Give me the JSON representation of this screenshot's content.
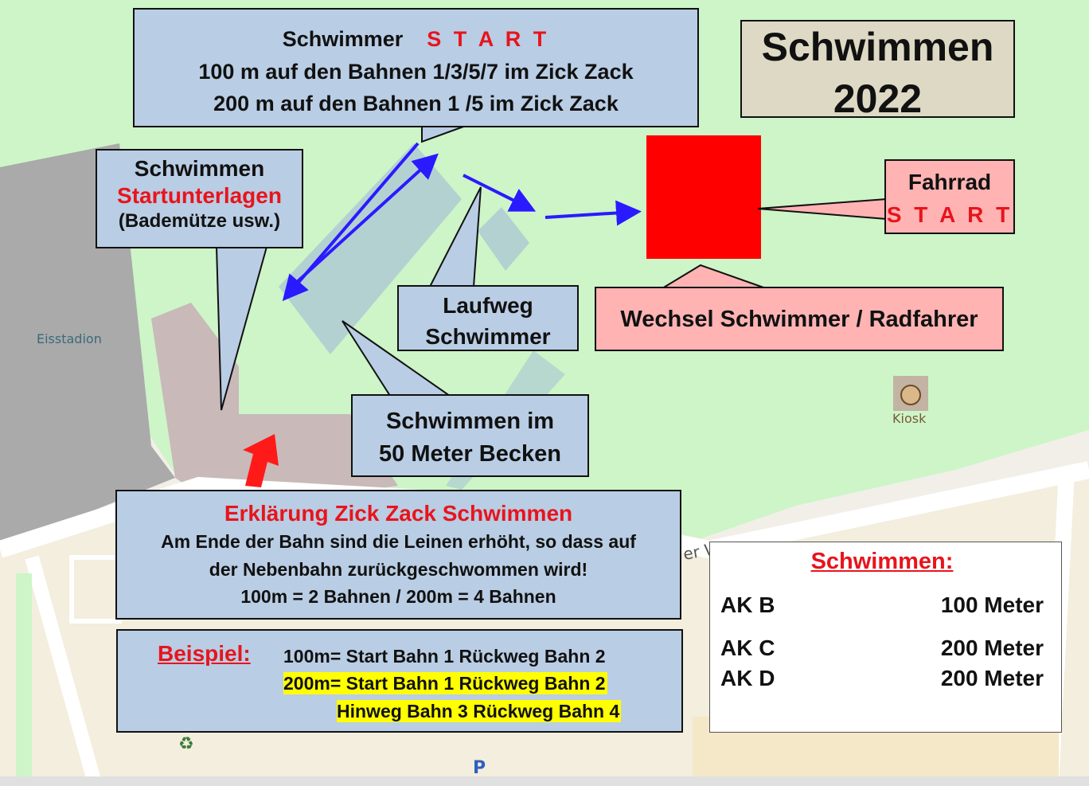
{
  "title": {
    "line1": "Schwimmen",
    "line2": "2022"
  },
  "start_box": {
    "label": "Schwimmer",
    "start": "S T A R T",
    "line2": "100 m  auf den Bahnen 1/3/5/7 im Zick Zack",
    "line3": "200 m  auf den Bahnen 1 /5  im Zick Zack"
  },
  "unterlagen_box": {
    "line1": "Schwimmen",
    "line2": "Startunterlagen",
    "line3": "(Bademütze usw.)"
  },
  "laufweg_box": {
    "line1": "Laufweg",
    "line2": "Schwimmer"
  },
  "becken_box": {
    "line1": "Schwimmen im",
    "line2": "50 Meter Becken"
  },
  "fahrrad_box": {
    "line1": "Fahrrad",
    "line2": "S T A R T"
  },
  "wechsel_box": {
    "text": "Wechsel Schwimmer / Radfahrer"
  },
  "erklaerung_box": {
    "title": "Erklärung Zick Zack Schwimmen",
    "line1": "Am Ende der Bahn sind die Leinen erhöht, so dass auf",
    "line2": "der Nebenbahn zurückgeschwommen wird!",
    "line3": "100m = 2 Bahnen / 200m = 4 Bahnen"
  },
  "beispiel_box": {
    "label": "Beispiel:",
    "line1": "100m= Start Bahn 1  Rückweg Bahn 2",
    "line2": "200m= Start Bahn 1  Rückweg Bahn 2",
    "line3": "Hinweg Bahn 3 Rückweg Bahn 4"
  },
  "ak_table": {
    "title": "Schwimmen:",
    "rows": [
      {
        "group": "AK B",
        "distance": "100 Meter"
      },
      {
        "group": "AK C",
        "distance": "200 Meter"
      },
      {
        "group": "AK D",
        "distance": "200 Meter"
      }
    ]
  },
  "map_labels": {
    "eisstadion": "Eisstadion",
    "kiosk": "Kiosk",
    "street_fragment": "er W",
    "parking": "P",
    "recycling": "♻"
  },
  "colors": {
    "park": "#cdf5c8",
    "road": "#f7f7f7",
    "building": "#c8b8b8",
    "grey_area": "#a8a8a8",
    "arrow": "#2a1aff",
    "red": "#ff0000"
  }
}
